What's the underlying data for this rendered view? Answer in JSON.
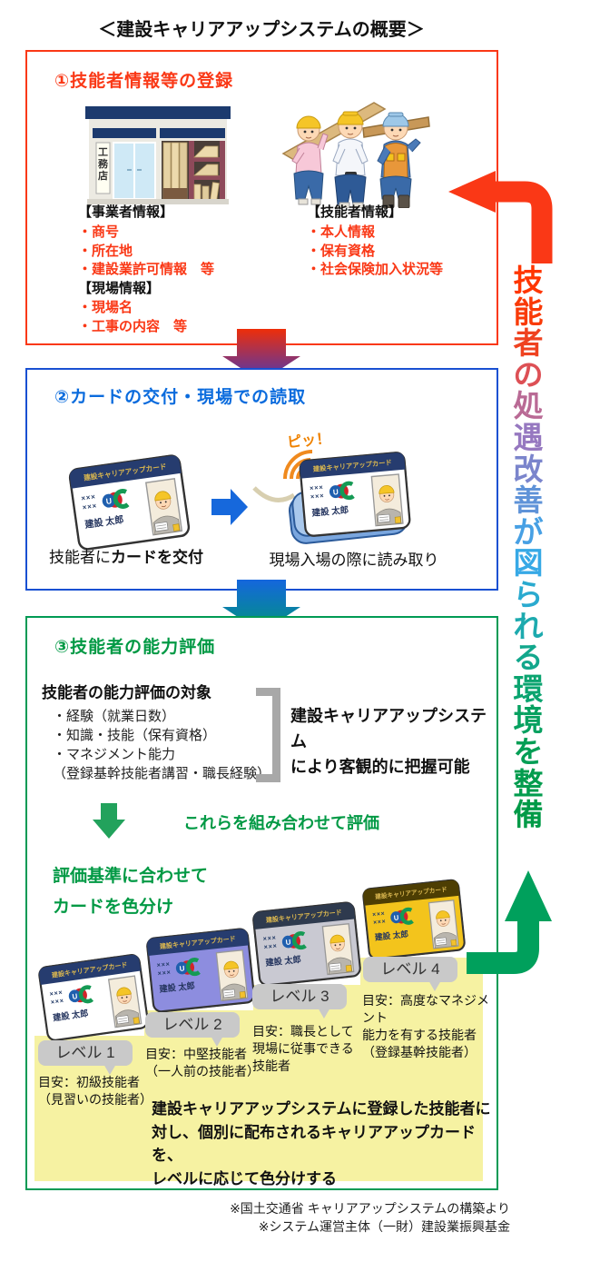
{
  "title": "＜建設キャリアアップシステムの概要＞",
  "side_message": "技能者の処遇改善が図られる環境を整備",
  "side_message_colors": [
    "#ff3600",
    "#f93a07",
    "#ef4220",
    "#dd5055",
    "#b96a95",
    "#9678c0",
    "#7b85cc",
    "#5f93d8",
    "#47a0e4",
    "#37a9e6",
    "#2aaacf",
    "#1daaae",
    "#12a78c",
    "#0ba470",
    "#07a160",
    "#049e55",
    "#029c4e",
    "#009a47"
  ],
  "colors": {
    "box1_border": "#fa3816",
    "box2_border": "#1950d2",
    "box3_border": "#009a54",
    "red_accent": "#fa3816",
    "blue_accent": "#1668dc",
    "green_accent": "#00a05c",
    "yellow_steps": "#f6f2a2",
    "badge_gray": "#c9c9c9"
  },
  "section1": {
    "heading": "①技能者情報等の登録",
    "shop_sign": "工務店",
    "business_info_title": "【事業者情報】",
    "business_items": "・商号\n・所在地\n・建設業許可情報　等",
    "site_info_title": "【現場情報】",
    "site_items": "・現場名\n・工事の内容　等",
    "worker_info_title": "【技能者情報】",
    "worker_items": "・本人情報\n・保有資格\n・社会保険加入状況等"
  },
  "section2": {
    "heading": "②カードの交付・現場での読取",
    "left_caption_prefix": "技能者に",
    "left_caption_bold": "カードを交付",
    "beep": "ピッ！",
    "right_caption": "現場入場の際に読み取り"
  },
  "card": {
    "header_label": "建設キャリアアップカード",
    "x_row": "×××",
    "name": "建設 太郎",
    "plain": {
      "card_body": "#ffffff",
      "card_header": "#263c6f"
    }
  },
  "section3": {
    "heading": "③技能者の能力評価",
    "target_title": "技能者の能力評価の対象",
    "target_items": "・経験（就業日数）\n・知識・技能（保有資格）\n・マネジメント能力\n（登録基幹技能者講習・職長経験）",
    "bracket_note": "建設キャリアアップシステム\nにより客観的に把握可能",
    "combine_note": "これらを組み合わせて評価",
    "color_note": "評価基準に合わせて\nカードを色分け",
    "levels": [
      {
        "label": "レベル 1",
        "desc": "目安：初級技能者\n（見習いの技能者）",
        "card_body": "#ffffff",
        "card_header": "#263c6f"
      },
      {
        "label": "レベル 2",
        "desc": "目安：中堅技能者\n（一人前の技能者）",
        "card_body": "#8d8ddf",
        "card_header": "#263c6f"
      },
      {
        "label": "レベル 3",
        "desc": "目安：職長として\n現場に従事できる\n技能者",
        "card_body": "#c9c9d2",
        "card_header": "#2e3a4e"
      },
      {
        "label": "レベル 4",
        "desc": "目安：高度なマネジメント\n能力を有する技能者\n（登録基幹技能者）",
        "card_body": "#f3c41c",
        "card_header": "#4d3e03"
      }
    ],
    "summary": "建設キャリアアップシステムに登録した技能者に\n対し、個別に配布されるキャリアアップカードを、\nレベルに応じて色分けする"
  },
  "footer": {
    "line1": "※国土交通省 キャリアアップシステムの構築より",
    "line2": "※システム運営主体（一財）建設業振興基金"
  }
}
